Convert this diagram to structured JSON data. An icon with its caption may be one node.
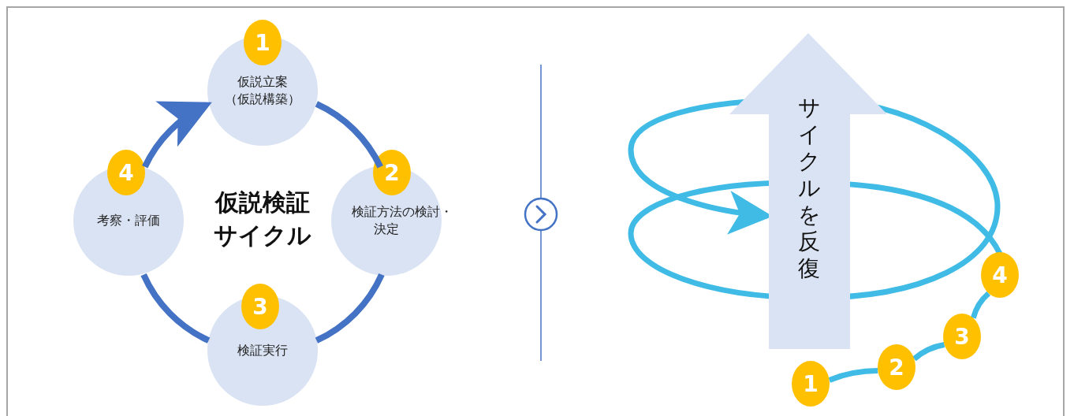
{
  "diagram": {
    "nodes": [
      {
        "text": [
          "1",
          "仮説立案（仮説構築）"
        ]
      },
      {
        "text": [
          "2",
          "検証方法の検討・決定"
        ]
      },
      {
        "text": [
          "3",
          "検証実行"
        ]
      },
      {
        "text": [
          "4",
          "考察・評価"
        ]
      },
      {
        "text": [
          "サイクルを反復"
        ]
      },
      {
        "text": [
          "1"
        ]
      },
      {
        "text": [
          "2"
        ]
      },
      {
        "text": [
          "3"
        ]
      },
      {
        "text": [
          "4"
        ]
      }
    ],
    "edges": [
      {
        "from": 0,
        "to": 1,
        "arrow": "none"
      },
      {
        "from": 1,
        "to": 2,
        "arrow": "none"
      },
      {
        "from": 2,
        "to": 3,
        "arrow": "none"
      },
      {
        "from": 3,
        "to": 0,
        "arrow": "to"
      },
      {
        "from": 5,
        "to": 6,
        "arrow": "none",
        "color": "#3fbbe6"
      },
      {
        "from": 6,
        "to": 7,
        "arrow": "none",
        "color": "#3fbbe6"
      },
      {
        "from": 7,
        "to": 8,
        "arrow": "none",
        "color": "#3fbbe6"
      },
      {
        "from": 8,
        "to": 4,
        "arrow": "to",
        "color": "#3fbbe6"
      }
    ],
    "labels": [
      "仮説検証サイクル"
    ]
  }
}
